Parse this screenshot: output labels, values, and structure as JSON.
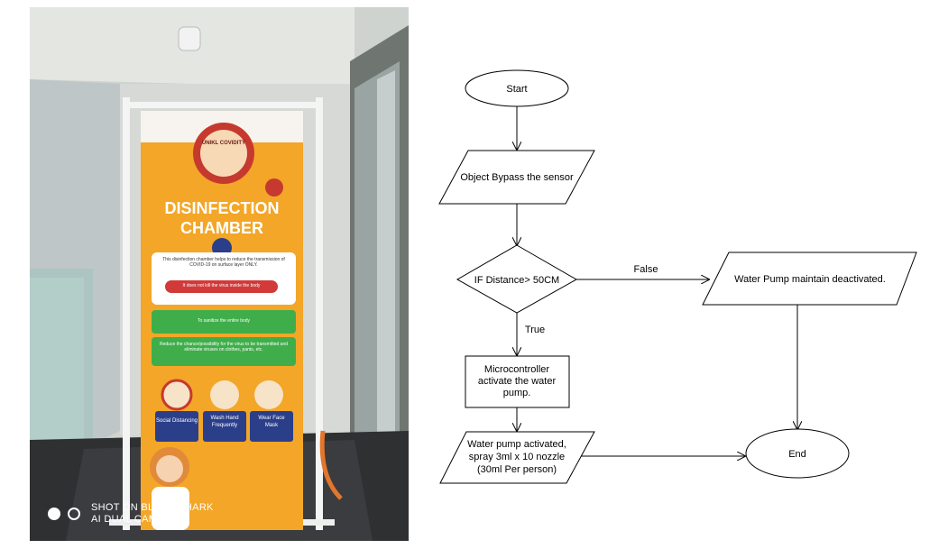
{
  "photo": {
    "banner": {
      "logo_text": "UNIKL COVIDITY",
      "title_line1": "DISINFECTION",
      "title_line2": "CHAMBER",
      "info_text": "This disinfection chamber helps to reduce the transmission of COVID-19 on surface layer ONLY.",
      "red_note": "It does not kill the virus inside the body",
      "green1": "To sanitize the entire body",
      "green2": "Reduce the chance/possibility for the virus to be transmitted and eliminate viruses on clothes, pants, etc.",
      "card1": "Social Distancing",
      "card2": "Wash Hand Frequently",
      "card3": "Wear Face Mask"
    },
    "watermark_line1": "SHOT ON BLACK SHARK",
    "watermark_line2": "AI DUAL CAMERA"
  },
  "flowchart": {
    "start": "Start",
    "input": "Object Bypass the sensor",
    "decision": "IF Distance> 50CM",
    "false_label": "False",
    "true_label": "True",
    "false_output": "Water Pump maintain deactivated.",
    "process_lines": [
      "Microcontroller",
      "activate the water",
      "pump."
    ],
    "output_lines": [
      "Water pump activated,",
      "spray 3ml x 10 nozzle",
      "(30ml Per person)"
    ],
    "end": "End"
  }
}
